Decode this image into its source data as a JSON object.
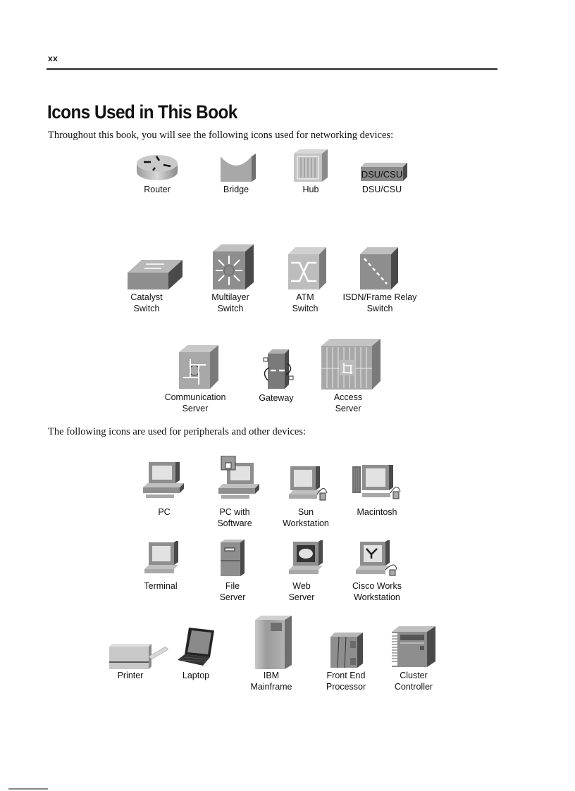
{
  "header": {
    "page_number": "xx"
  },
  "page": {
    "title": "Icons Used in This Book",
    "intro_networking": "Throughout this book, you will see the following icons used for networking devices:",
    "intro_peripherals": "The following icons are used for peripherals and other devices:"
  },
  "networking_icons": [
    {
      "label": "Router",
      "icon": "router-icon"
    },
    {
      "label": "Bridge",
      "icon": "bridge-icon"
    },
    {
      "label": "Hub",
      "icon": "hub-icon"
    },
    {
      "label": "DSU/CSU",
      "icon": "dsu-csu-icon",
      "icon_text": "DSU/CSU"
    },
    {
      "label_1": "Catalyst",
      "label_2": "Switch",
      "icon": "catalyst-switch-icon"
    },
    {
      "label_1": "Multilayer",
      "label_2": "Switch",
      "icon": "multilayer-switch-icon"
    },
    {
      "label_1": "ATM",
      "label_2": "Switch",
      "icon": "atm-switch-icon"
    },
    {
      "label_1": "ISDN/Frame Relay",
      "label_2": "Switch",
      "icon": "isdn-frame-relay-switch-icon"
    },
    {
      "label_1": "Communication",
      "label_2": "Server",
      "icon": "communication-server-icon"
    },
    {
      "label": "Gateway",
      "icon": "gateway-icon"
    },
    {
      "label_1": "Access",
      "label_2": "Server",
      "icon": "access-server-icon"
    }
  ],
  "peripheral_icons": [
    {
      "label": "PC",
      "icon": "pc-icon"
    },
    {
      "label_1": "PC with",
      "label_2": "Software",
      "icon": "pc-with-software-icon"
    },
    {
      "label_1": "Sun",
      "label_2": "Workstation",
      "icon": "sun-workstation-icon"
    },
    {
      "label": "Macintosh",
      "icon": "macintosh-icon"
    },
    {
      "label": "Terminal",
      "icon": "terminal-icon"
    },
    {
      "label_1": "File",
      "label_2": "Server",
      "icon": "file-server-icon"
    },
    {
      "label_1": "Web",
      "label_2": "Server",
      "icon": "web-server-icon"
    },
    {
      "label_1": "Cisco Works",
      "label_2": "Workstation",
      "icon": "cisco-works-workstation-icon"
    },
    {
      "label": "Printer",
      "icon": "printer-icon"
    },
    {
      "label": "Laptop",
      "icon": "laptop-icon"
    },
    {
      "label_1": "IBM",
      "label_2": "Mainframe",
      "icon": "ibm-mainframe-icon"
    },
    {
      "label_1": "Front End",
      "label_2": "Processor",
      "icon": "front-end-processor-icon"
    },
    {
      "label_1": "Cluster",
      "label_2": "Controller",
      "icon": "cluster-controller-icon"
    }
  ],
  "colors": {
    "icon_face": "#a8a8a8",
    "icon_top": "#c8c8c8",
    "icon_side": "#6e6e6e",
    "screen": "#e2e2e2",
    "rule": "#222222"
  }
}
